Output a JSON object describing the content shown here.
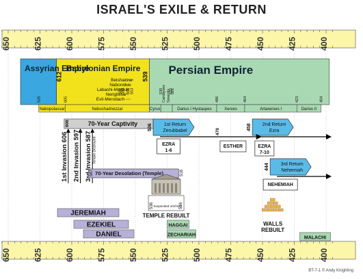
{
  "title": "ISRAEL'S EXILE & RETURN",
  "footer": "BT-7-1  © Andy Knighting",
  "ruler_labels": [
    "650",
    "625",
    "600",
    "575",
    "550",
    "525",
    "500",
    "475",
    "450",
    "425",
    "400"
  ],
  "empires": [
    {
      "name": "Assyrian Empire",
      "color": "#3aa7e0"
    },
    {
      "name": "Babylonian Empire",
      "color": "#f2e21b"
    },
    {
      "name": "Persian Empire",
      "color": "#a9d9b3"
    }
  ],
  "empire_years": [
    "612",
    "539"
  ],
  "babylon_kings": [
    "Belshazzar",
    "Nabonidus",
    "Labashi-Marduk",
    "Neriglissar",
    "Evil-Merodach"
  ],
  "small_years": [
    "626",
    "605",
    "562",
    "560",
    "556",
    "553",
    "530",
    "522",
    "521",
    "486",
    "464",
    "423",
    "404"
  ],
  "persian_small_kings": [
    "Cambyses",
    "Smerdis"
  ],
  "reign_bar": [
    {
      "label": "Nabopolassar",
      "color": "#f2e21b"
    },
    {
      "label": "Nebuchadnezzar",
      "color": "#f2e21b"
    },
    {
      "label": "Cyrus",
      "color": "#a9d9b3"
    },
    {
      "label": "Darius I Hystaspes",
      "color": "#a9d9b3"
    },
    {
      "label": "Xerxes",
      "color": "#a9d9b3"
    },
    {
      "label": "Artaxerxes I",
      "color": "#a9d9b3"
    },
    {
      "label": "Darius II",
      "color": "#a9d9b3"
    }
  ],
  "captivity": {
    "label": "70-Year Captivity",
    "start": "606",
    "end": "536"
  },
  "invasions": [
    "1st Invasion 606",
    "2nd Invasion 597",
    "3rd Invasion 587"
  ],
  "temple_destroyed": "Temple Destroyed",
  "desolation": {
    "label": "70-Year Desolation (Temple)",
    "start": "587",
    "end": "516"
  },
  "returns": [
    {
      "line1": "1st Return",
      "line2": "Zerubbabel",
      "year": "536"
    },
    {
      "line1": "2nd Return",
      "line2": "Ezra",
      "year": "458"
    },
    {
      "line1": "3rd Return",
      "line2": "Nehemiah",
      "year": "444"
    }
  ],
  "books": [
    {
      "l1": "EZRA",
      "l2": "1-6"
    },
    {
      "l1": "ESTHER",
      "l2": ""
    },
    {
      "l1": "EZRA",
      "l2": "7-10"
    },
    {
      "l1": "NEHEMIAH",
      "l2": ""
    }
  ],
  "esther_year": "478",
  "rebuild": {
    "y1": "536",
    "y2": "516",
    "mid": "Suspended until 520",
    "label": "TEMPLE REBUILT"
  },
  "walls": {
    "l1": "WALLS",
    "l2": "REBUILT"
  },
  "prophets": [
    {
      "name": "JEREMIAH",
      "color": "#b7b1d8"
    },
    {
      "name": "EZEKIEL",
      "color": "#b7b1d8"
    },
    {
      "name": "DANIEL",
      "color": "#b7b1d8"
    },
    {
      "name": "HAGGAI",
      "color": "#a9d9b3"
    },
    {
      "name": "ZECHARIAH",
      "color": "#a9d9b3"
    },
    {
      "name": "MALACHI",
      "color": "#a9d9b3"
    }
  ]
}
